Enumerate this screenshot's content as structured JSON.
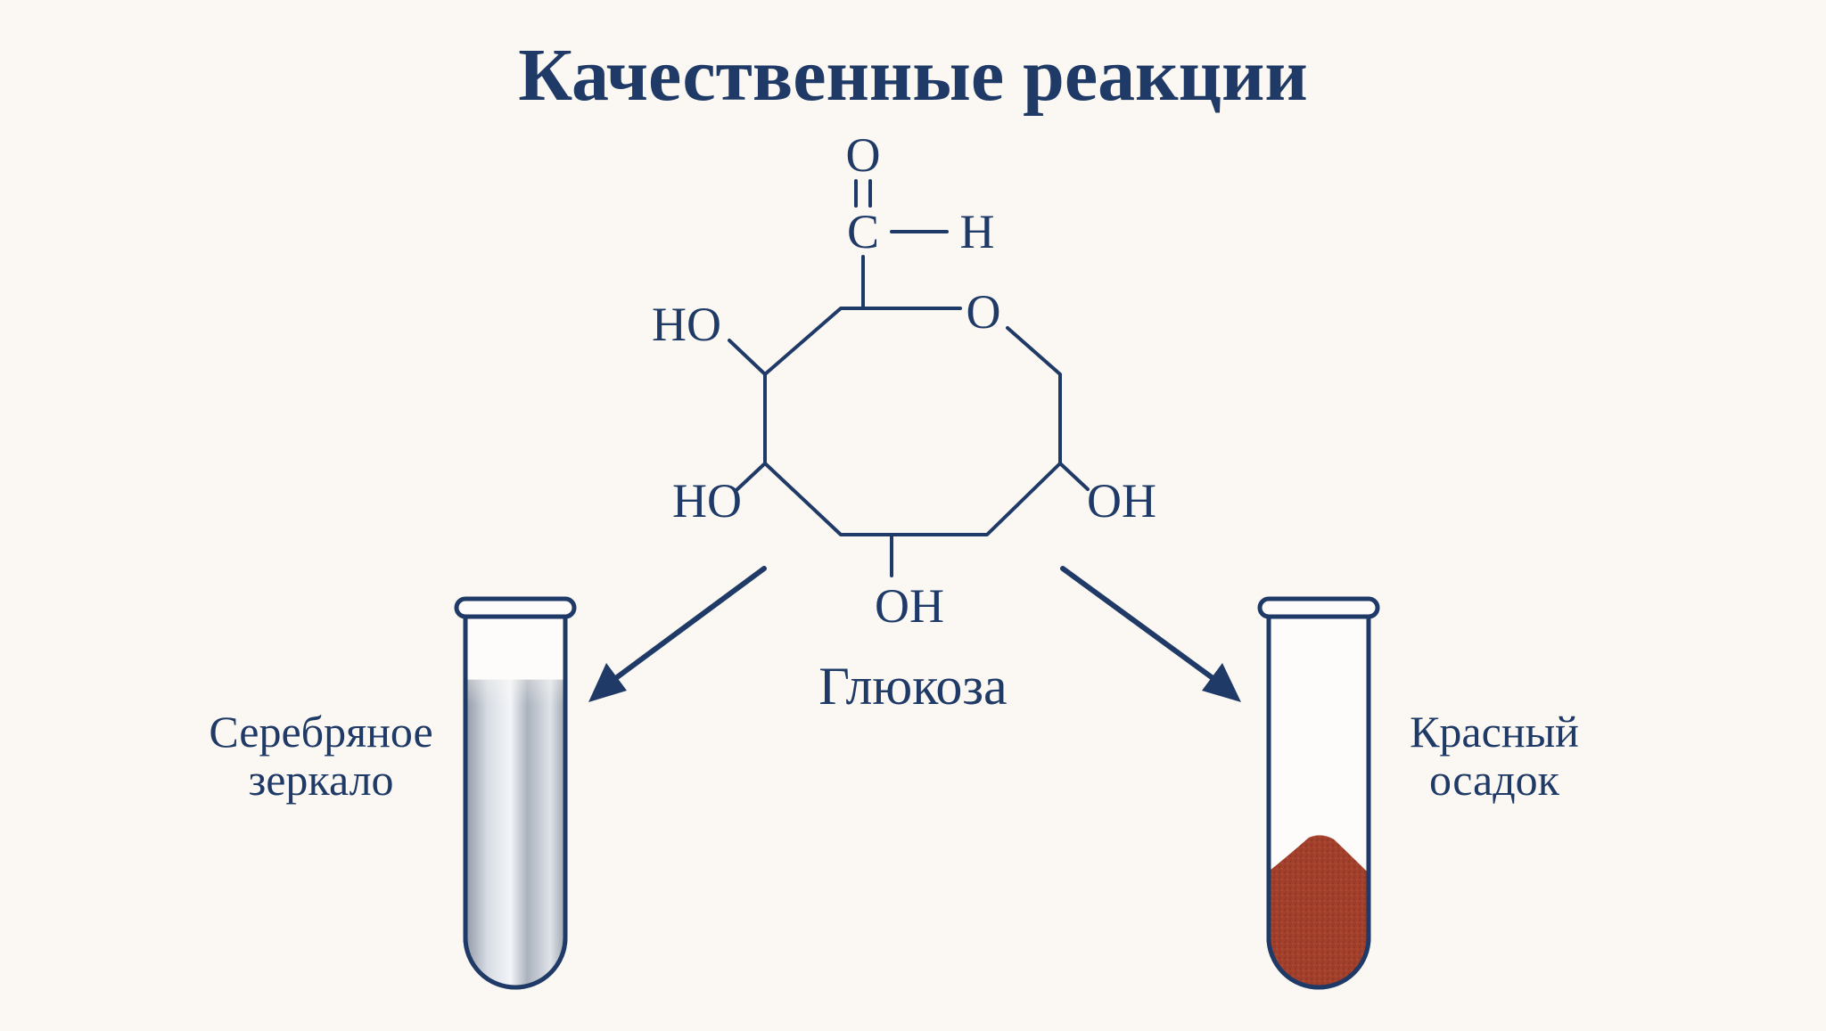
{
  "title": "Качественные реакции",
  "molecule": {
    "name": "Глюкоза",
    "aldehyde": {
      "oxygen": "O",
      "carbon": "C",
      "hydrogen": "H"
    },
    "ring_oxygen": "O",
    "hydroxyl_left": "HO",
    "hydroxyl_right": "OH"
  },
  "reactions": [
    {
      "result_line1": "Серебряное",
      "result_line2": "зеркало",
      "tube_fill_color": "#b9bfc8",
      "fill_level": 0.83
    },
    {
      "result_line1": "Красный",
      "result_line2": "осадок",
      "tube_fill_color": "#a3402c",
      "fill_level": 0.38
    }
  ],
  "colors": {
    "ink": "#1f3a66",
    "background": "#fbf8f3"
  }
}
